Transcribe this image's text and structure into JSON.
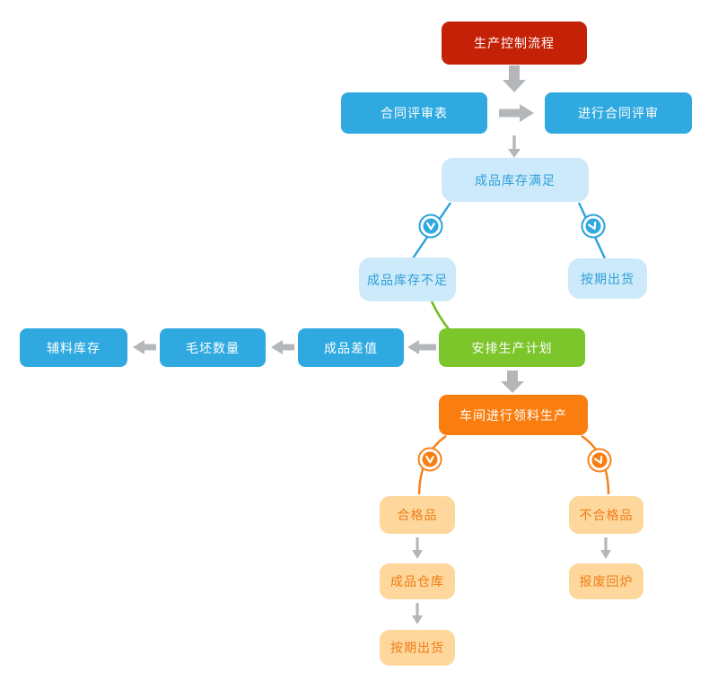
{
  "palette": {
    "red": "#c52106",
    "blue": "#2fa9e0",
    "green": "#7cc52b",
    "orange": "#f97d0f",
    "light_blue_fill": "#cdeafb",
    "light_blue_text": "#2e9fd6",
    "light_orange_fill": "#fdd79b",
    "light_orange_text": "#ef7d1a",
    "arrow_gray": "#b4b7b9",
    "blue_line": "#2aa2dc",
    "green_line": "#6fbe1d",
    "orange_line": "#f8821c"
  },
  "diagram": {
    "type": "flowchart",
    "title": "生产控制流程",
    "nodes": [
      {
        "id": "production-control-process",
        "label": "生产控制流程",
        "style": "red"
      },
      {
        "id": "contract-review-form",
        "label": "合同评审表",
        "style": "blue"
      },
      {
        "id": "conduct-contract-review",
        "label": "进行合同评审",
        "style": "blue"
      },
      {
        "id": "finished-stock-sufficient",
        "label": "成品库存满足",
        "style": "light-blue"
      },
      {
        "id": "finished-stock-insufficient",
        "label": "成品库存不足",
        "style": "light-blue"
      },
      {
        "id": "ship-on-schedule-top",
        "label": "按期出货",
        "style": "light-blue"
      },
      {
        "id": "arrange-production-plan",
        "label": "安排生产计划",
        "style": "green"
      },
      {
        "id": "finished-goods-difference",
        "label": "成品差值",
        "style": "blue"
      },
      {
        "id": "blank-quantity",
        "label": "毛坯数量",
        "style": "blue"
      },
      {
        "id": "auxiliary-material-stock",
        "label": "辅料库存",
        "style": "blue"
      },
      {
        "id": "workshop-material-production",
        "label": "车间进行领料生产",
        "style": "orange"
      },
      {
        "id": "qualified-products",
        "label": "合格品",
        "style": "light-orange"
      },
      {
        "id": "unqualified-products",
        "label": "不合格品",
        "style": "light-orange"
      },
      {
        "id": "finished-goods-warehouse",
        "label": "成品仓库",
        "style": "light-orange"
      },
      {
        "id": "scrap-remelt",
        "label": "报废回炉",
        "style": "light-orange"
      },
      {
        "id": "ship-on-schedule-bottom",
        "label": "按期出货",
        "style": "light-orange"
      }
    ],
    "edges": [
      {
        "from": "production-control-process",
        "to": "contract-review-form",
        "type": "block-arrow-down"
      },
      {
        "from": "contract-review-form",
        "to": "conduct-contract-review",
        "type": "block-arrow-right"
      },
      {
        "from": "conduct-contract-review",
        "to": "finished-stock-sufficient",
        "type": "thin-arrow-down"
      },
      {
        "from": "finished-stock-sufficient",
        "to": "finished-stock-insufficient",
        "type": "timer-line"
      },
      {
        "from": "finished-stock-sufficient",
        "to": "ship-on-schedule-top",
        "type": "timer-line"
      },
      {
        "from": "finished-stock-insufficient",
        "to": "arrange-production-plan",
        "type": "line"
      },
      {
        "from": "arrange-production-plan",
        "to": "finished-goods-difference",
        "type": "block-arrow-left"
      },
      {
        "from": "finished-goods-difference",
        "to": "blank-quantity",
        "type": "block-arrow-left"
      },
      {
        "from": "blank-quantity",
        "to": "auxiliary-material-stock",
        "type": "block-arrow-left"
      },
      {
        "from": "arrange-production-plan",
        "to": "workshop-material-production",
        "type": "block-arrow-down"
      },
      {
        "from": "workshop-material-production",
        "to": "qualified-products",
        "type": "timer-line"
      },
      {
        "from": "workshop-material-production",
        "to": "unqualified-products",
        "type": "timer-line"
      },
      {
        "from": "qualified-products",
        "to": "finished-goods-warehouse",
        "type": "thin-arrow-down"
      },
      {
        "from": "finished-goods-warehouse",
        "to": "ship-on-schedule-bottom",
        "type": "thin-arrow-down"
      },
      {
        "from": "unqualified-products",
        "to": "scrap-remelt",
        "type": "thin-arrow-down"
      }
    ]
  }
}
